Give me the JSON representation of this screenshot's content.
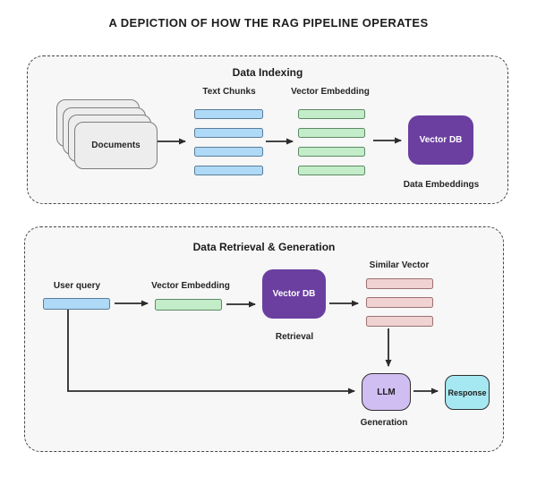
{
  "page": {
    "title": "A DEPICTION OF HOW THE RAG PIPELINE OPERATES"
  },
  "colors": {
    "panel_background": "#f7f7f7",
    "chunk_blue": "#aed9f7",
    "embedding_green": "#c3ecc8",
    "similar_pink": "#f0d2d2",
    "vector_db_purple": "#6b3fa0",
    "llm_lavender": "#d0bef2",
    "response_cyan": "#a6e8f2",
    "arrow": "#2b2b2b"
  },
  "indexing": {
    "title": "Data Indexing",
    "documents_label": "Documents",
    "text_chunks_label": "Text Chunks",
    "text_chunk_count": 4,
    "vector_embedding_label": "Vector Embedding",
    "embedding_count": 4,
    "vector_db_label": "Vector DB",
    "data_embeddings_label": "Data Embeddings"
  },
  "retrieval": {
    "title": "Data Retrieval & Generation",
    "user_query_label": "User query",
    "vector_embedding_label": "Vector Embedding",
    "vector_db_label": "Vector DB",
    "retrieval_label": "Retrieval",
    "similar_vector_label": "Similar Vector",
    "similar_vector_count": 3,
    "llm_label": "LLM",
    "generation_label": "Generation",
    "response_label": "Response"
  }
}
